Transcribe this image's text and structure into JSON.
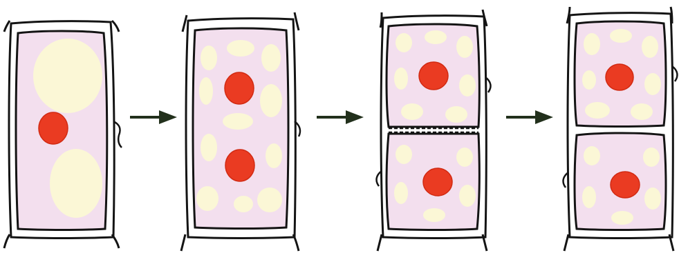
{
  "diagram": {
    "stages": [
      {
        "id": "stage-1",
        "nuclei": 1,
        "cells": 1
      },
      {
        "id": "stage-2",
        "nuclei": 2,
        "cells": 1
      },
      {
        "id": "stage-3",
        "nuclei": 2,
        "cells": 2,
        "forming_plate": true
      },
      {
        "id": "stage-4",
        "nuclei": 2,
        "cells": 2,
        "forming_plate": false
      }
    ],
    "arrows": 3,
    "colors": {
      "outline": "#141414",
      "cytoplasm": "#f3dfee",
      "vacuole": "#fbf7d6",
      "nucleus": "#ea3b22",
      "nucleus_edge": "#d12a12",
      "arrow": "#22301c"
    }
  }
}
